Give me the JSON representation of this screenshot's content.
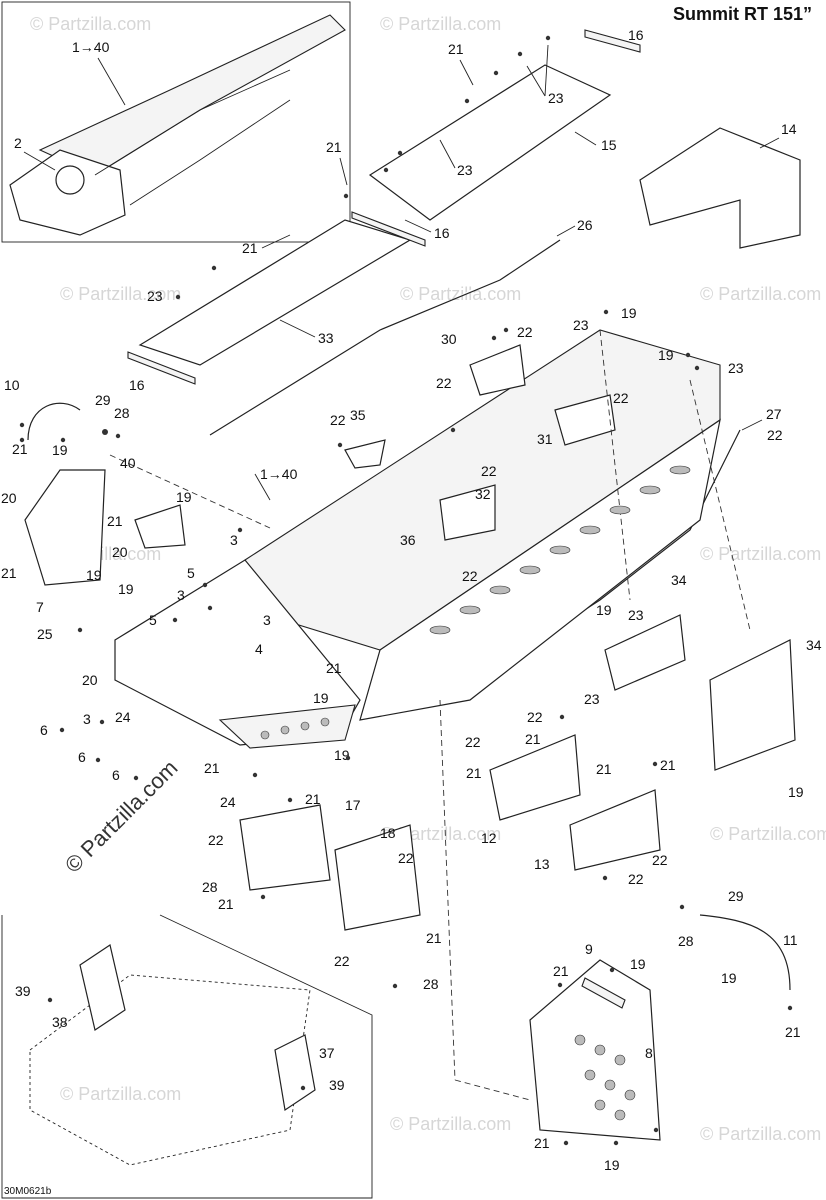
{
  "title": "Summit RT 151”",
  "drawing_code": "30M0621b",
  "watermark": "© Partzilla.com",
  "side_watermark": "© Partzilla.com",
  "callouts": [
    "1→40",
    "2",
    "21",
    "23",
    "16",
    "15",
    "14",
    "21",
    "23",
    "21",
    "16",
    "26",
    "23",
    "33",
    "16",
    "30",
    "22",
    "23",
    "19",
    "19",
    "23",
    "22",
    "22",
    "35",
    "22",
    "31",
    "27",
    "22",
    "10",
    "29",
    "28",
    "21",
    "19",
    "40",
    "1→40",
    "22",
    "32",
    "19",
    "20",
    "21",
    "20",
    "36",
    "21",
    "19",
    "7",
    "3",
    "22",
    "5",
    "34",
    "19",
    "3",
    "19",
    "25",
    "5",
    "4",
    "3",
    "23",
    "34",
    "20",
    "21",
    "19",
    "6",
    "3",
    "24",
    "6",
    "6",
    "21",
    "19",
    "21",
    "22",
    "21",
    "22",
    "21",
    "23",
    "19",
    "21",
    "21",
    "12",
    "24",
    "17",
    "18",
    "22",
    "22",
    "13",
    "22",
    "22",
    "28",
    "21",
    "21",
    "22",
    "29",
    "28",
    "11",
    "19",
    "21",
    "9",
    "19",
    "39",
    "38",
    "37",
    "39",
    "8",
    "21",
    "19",
    "28",
    "21"
  ]
}
